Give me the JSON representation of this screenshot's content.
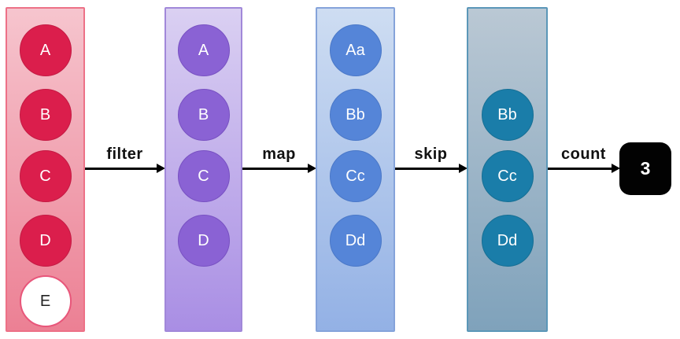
{
  "diagram": {
    "arrow_color": "#000000",
    "label_color": "#111111",
    "stages": [
      {
        "name": "source-stream",
        "items": [
          {
            "label": "A"
          },
          {
            "label": "B"
          },
          {
            "label": "C"
          },
          {
            "label": "D"
          },
          {
            "label": "E",
            "variant": "empty"
          }
        ],
        "colors": {
          "fill_top": "#f6c5ce",
          "fill_bottom": "#ec8094",
          "border": "#ed7187",
          "circle_fill": "#db1e4c",
          "circle_border": "#c41a43",
          "circle_text": "#ffffff",
          "empty_fill": "#ffffff",
          "empty_border": "#e8567a",
          "empty_text": "#222222"
        }
      },
      {
        "name": "after-filter",
        "items": [
          {
            "label": "A"
          },
          {
            "label": "B"
          },
          {
            "label": "C"
          },
          {
            "label": "D"
          }
        ],
        "colors": {
          "fill_top": "#dad0f2",
          "fill_bottom": "#a98ee4",
          "border": "#a188d9",
          "circle_fill": "#8a62d4",
          "circle_border": "#7851c2",
          "circle_text": "#ffffff"
        }
      },
      {
        "name": "after-map",
        "items": [
          {
            "label": "Aa"
          },
          {
            "label": "Bb"
          },
          {
            "label": "Cc"
          },
          {
            "label": "Dd"
          }
        ],
        "colors": {
          "fill_top": "#ceddf2",
          "fill_bottom": "#93b1e5",
          "border": "#85a3da",
          "circle_fill": "#5585d8",
          "circle_border": "#4a78c8",
          "circle_text": "#ffffff"
        }
      },
      {
        "name": "after-skip",
        "items": [
          {
            "label": "Bb"
          },
          {
            "label": "Cc"
          },
          {
            "label": "Dd"
          }
        ],
        "colors": {
          "fill_top": "#bac8d4",
          "fill_bottom": "#7fa2bb",
          "border": "#5b97b8",
          "circle_fill": "#1a7da9",
          "circle_border": "#166f94",
          "circle_text": "#ffffff"
        }
      }
    ],
    "operations": [
      {
        "label": "filter"
      },
      {
        "label": "map"
      },
      {
        "label": "skip"
      },
      {
        "label": "count"
      }
    ],
    "result": {
      "value": "3",
      "background": "#020202",
      "text_color": "#ffffff"
    }
  }
}
